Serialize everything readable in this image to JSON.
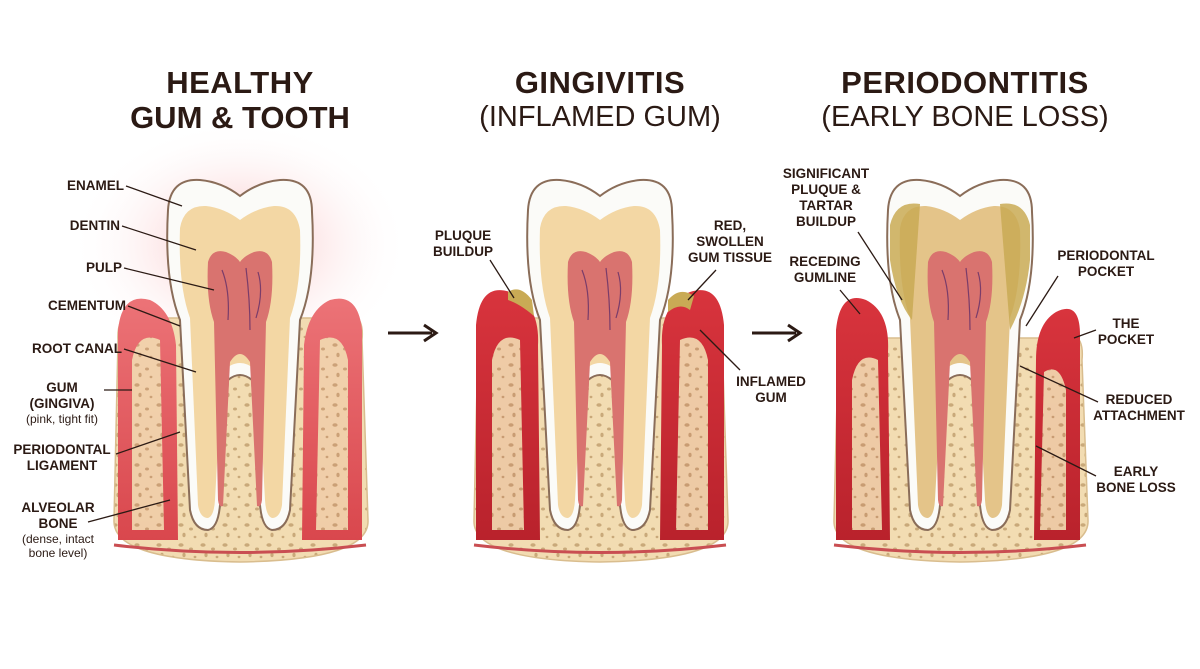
{
  "panels": [
    {
      "title_line1": "HEALTHY",
      "title_line2": "GUM & TOOTH",
      "labels": {
        "enamel": "ENAMEL",
        "dentin": "DENTIN",
        "pulp": "PULP",
        "cementum": "CEMENTUM",
        "root_canal": "ROOT CANAL",
        "gum_1": "GUM",
        "gum_2": "(GINGIVA)",
        "gum_note": "(pink, tight fit)",
        "pdl_1": "PERIODONTAL",
        "pdl_2": "LIGAMENT",
        "bone_1": "ALVEOLAR",
        "bone_2": "BONE",
        "bone_note_1": "(dense, intact",
        "bone_note_2": "bone level)"
      }
    },
    {
      "title_line1": "GINGIVITIS",
      "title_line2": "(INFLAMED GUM)",
      "labels": {
        "plaque_1": "PLUQUE",
        "plaque_2": "BUILDUP",
        "red_1": "RED,",
        "red_2": "SWOLLEN",
        "red_3": "GUM TISSUE",
        "inflamed_1": "INFLAMED",
        "inflamed_2": "GUM"
      }
    },
    {
      "title_line1": "PERIODONTITIS",
      "title_line2": "(EARLY BONE LOSS)",
      "labels": {
        "sig_1": "SIGNIFICANT",
        "sig_2": "PLUQUE &",
        "sig_3": "TARTAR",
        "sig_4": "BUILDUP",
        "rec_1": "RECEDING",
        "rec_2": "GUMLINE",
        "pocket_1": "PERIODONTAL",
        "pocket_2": "POCKET",
        "the_1": "THE",
        "the_2": "POCKET",
        "red_att_1": "REDUCED",
        "red_att_2": "ATTACHMENT",
        "ebl_1": "EARLY",
        "ebl_2": "BONE LOSS"
      }
    }
  ],
  "colors": {
    "enamel": "#fbfbf8",
    "dentin": "#f3d7a4",
    "pulp": "#d9736f",
    "gum": "#e86468",
    "gum_inflamed": "#cf2f3a",
    "bone": "#f2dcb2",
    "plaque": "#c9aa55",
    "text": "#2b1a14"
  },
  "icons": [
    "arrow-right-icon",
    "arrow-right-icon"
  ]
}
